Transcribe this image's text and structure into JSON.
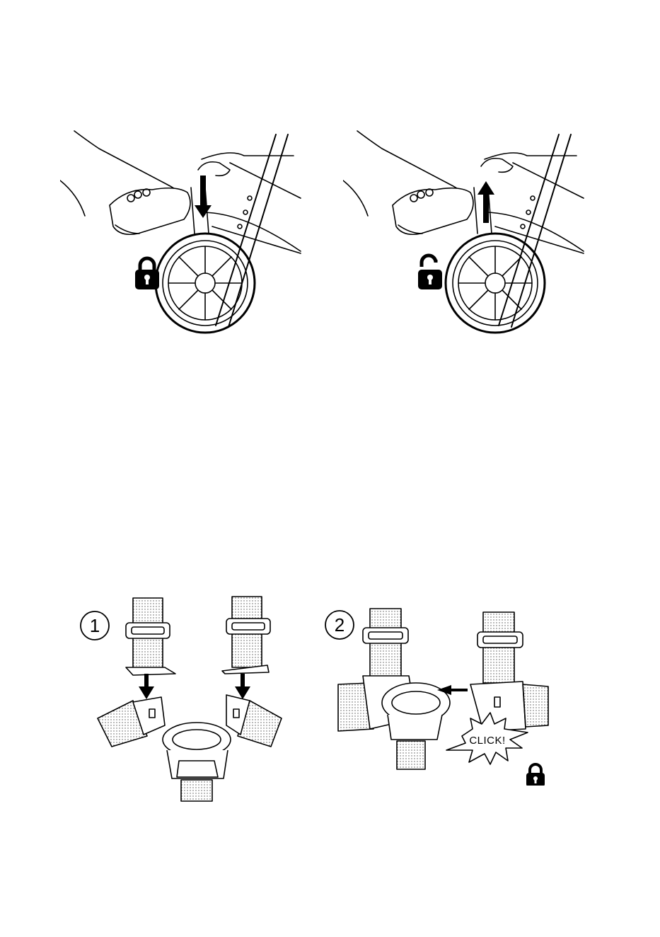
{
  "brake_figures": [
    {
      "state": "locked",
      "icon": "lock-closed-icon"
    },
    {
      "state": "unlocked",
      "icon": "lock-open-icon"
    }
  ],
  "harness_steps": [
    {
      "label": "1"
    },
    {
      "label": "2",
      "callout": "CLICK!",
      "icon": "lock-closed-icon"
    }
  ]
}
